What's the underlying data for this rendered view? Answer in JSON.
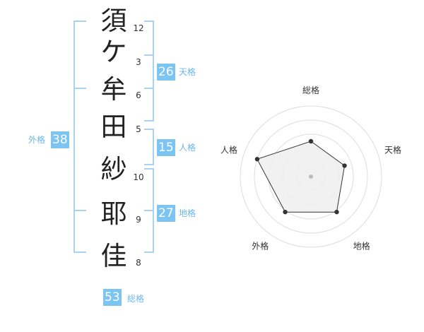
{
  "characters": [
    {
      "char": "須",
      "strokes": "12"
    },
    {
      "char": "ケ",
      "strokes": "3"
    },
    {
      "char": "牟",
      "strokes": "6"
    },
    {
      "char": "田",
      "strokes": "5"
    },
    {
      "char": "紗",
      "strokes": "10"
    },
    {
      "char": "耶",
      "strokes": "9"
    },
    {
      "char": "佳",
      "strokes": "8"
    }
  ],
  "kaku": {
    "tenkaku": {
      "value": "26",
      "label": "天格"
    },
    "jinkaku": {
      "value": "15",
      "label": "人格"
    },
    "chikaku": {
      "value": "27",
      "label": "地格"
    },
    "gaikaku": {
      "value": "38",
      "label": "外格"
    },
    "soukaku": {
      "value": "53",
      "label": "総格"
    }
  },
  "radar": {
    "axes": [
      "総格",
      "天格",
      "地格",
      "外格",
      "人格"
    ],
    "values": [
      0.5,
      0.5,
      0.62,
      0.62,
      0.8
    ]
  },
  "colors": {
    "accent": "#7cc4f2",
    "bracket": "#a9d2f0",
    "radar_fill": "#eeeeee"
  }
}
